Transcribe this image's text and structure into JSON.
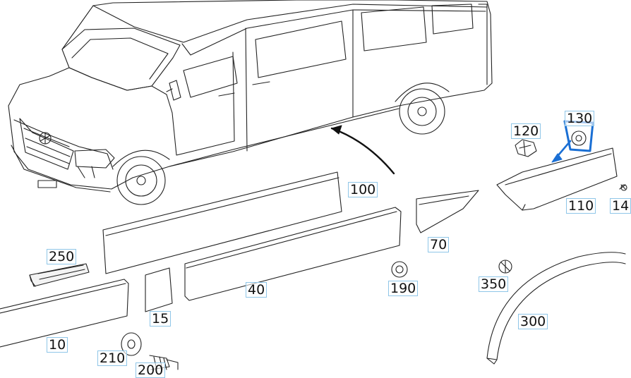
{
  "diagram": {
    "highlight_color": "#1a6fd4",
    "callout_border_color": "#8fc6e8",
    "line_color": "#222222",
    "callouts": {
      "c100": "100",
      "c120": "120",
      "c130": "130",
      "c140": "14",
      "c110": "110",
      "c70": "70",
      "c250": "250",
      "c190": "190",
      "c350": "350",
      "c40": "40",
      "c15": "15",
      "c300": "300",
      "c10": "10",
      "c210": "210",
      "c200": "200"
    }
  }
}
